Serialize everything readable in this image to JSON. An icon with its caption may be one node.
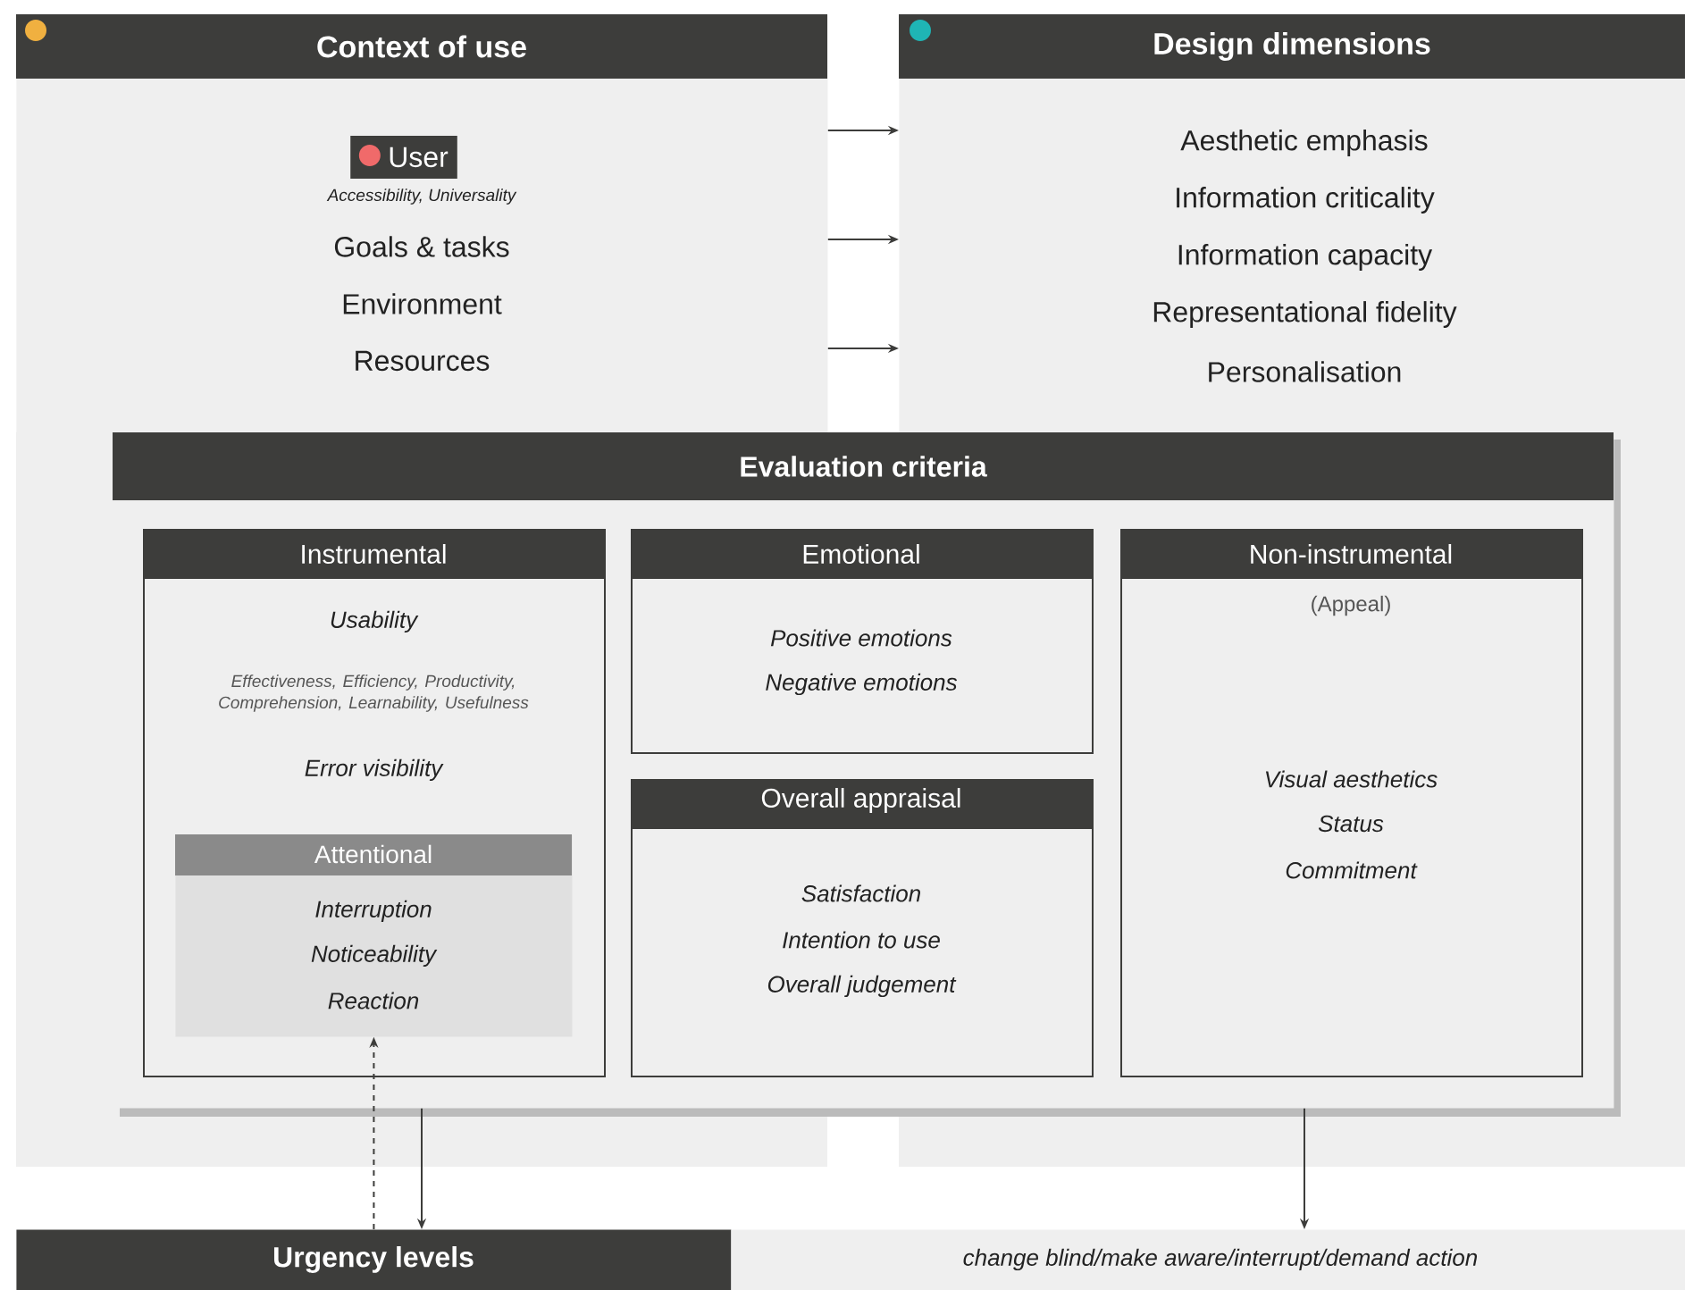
{
  "diagram": {
    "nodes": [
      {
        "text": [
          "Context of use",
          "User",
          "Accessibility, Universality",
          "Goals & tasks",
          "Environment",
          "Resources"
        ]
      },
      {
        "text": [
          "Design dimensions",
          "Aesthetic emphasis",
          "Information criticality",
          "Information capacity",
          "Representational fidelity",
          "Personalisation"
        ]
      },
      {
        "text": [
          "Evaluation criteria"
        ]
      },
      {
        "text": [
          "Instrumental",
          "Usability",
          "Effectiveness, Efficiency, Productivity, Comprehension, Learnability, Usefulness",
          "Error visibility"
        ],
        "in": 2
      },
      {
        "text": [
          "Attentional",
          "Interruption",
          "Noticeability",
          "Reaction"
        ],
        "in": 3
      },
      {
        "text": [
          "Emotional",
          "Positive emotions",
          "Negative emotions"
        ],
        "in": 2
      },
      {
        "text": [
          "Overall appraisal",
          "Satisfaction",
          "Intention to use",
          "Overall judgement"
        ],
        "in": 2
      },
      {
        "text": [
          "Non-instrumental",
          "(Appeal)",
          "Visual aesthetics",
          "Status",
          "Commitment"
        ],
        "in": 2
      },
      {
        "text": [
          "Urgency levels"
        ]
      },
      {
        "text": [
          "change blind/make aware/interrupt/demand action"
        ]
      }
    ],
    "edges": [
      {
        "from": 0,
        "to": 1,
        "arrow": "to"
      },
      {
        "from": 0,
        "to": 1,
        "arrow": "to"
      },
      {
        "from": 0,
        "to": 1,
        "arrow": "to"
      },
      {
        "from": 2,
        "to": 8,
        "arrow": "to"
      },
      {
        "from": 2,
        "to": 9,
        "arrow": "to"
      },
      {
        "from": 8,
        "to": 4,
        "arrow": "to",
        "style": "dashed"
      }
    ]
  }
}
